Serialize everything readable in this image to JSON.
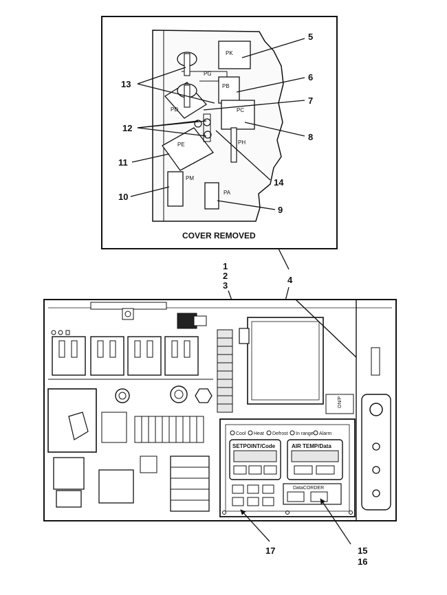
{
  "inset": {
    "caption": "COVER REMOVED",
    "component_labels": {
      "pk": "PK",
      "pg": "PG",
      "pb": "PB",
      "pd": "PD",
      "pc": "PC",
      "ph": "PH",
      "pe": "PE",
      "pm": "PM",
      "pa": "PA"
    },
    "callouts": {
      "c5": "5",
      "c6": "6",
      "c7": "7",
      "c8": "8",
      "c9": "9",
      "c10": "10",
      "c11": "11",
      "c12": "12",
      "c13": "13",
      "c14": "14"
    }
  },
  "main": {
    "callouts": {
      "c1": "1",
      "c2": "2",
      "c3": "3",
      "c4": "4",
      "c15": "15",
      "c16": "16",
      "c17": "17"
    },
    "indicator_row": {
      "items": [
        "Cool",
        "Heat",
        "Defrost",
        "In range",
        "Alarm"
      ]
    },
    "setpoint_display": {
      "label": "SETPOINT/Code"
    },
    "airtemp_display": {
      "label": "AIR TEMP/Data"
    },
    "datacorder": {
      "label": "DataCORDER"
    },
    "side_label": "ON/P"
  },
  "colors": {
    "line": "#111111",
    "background": "#ffffff",
    "shade": "#e6e6e6"
  }
}
